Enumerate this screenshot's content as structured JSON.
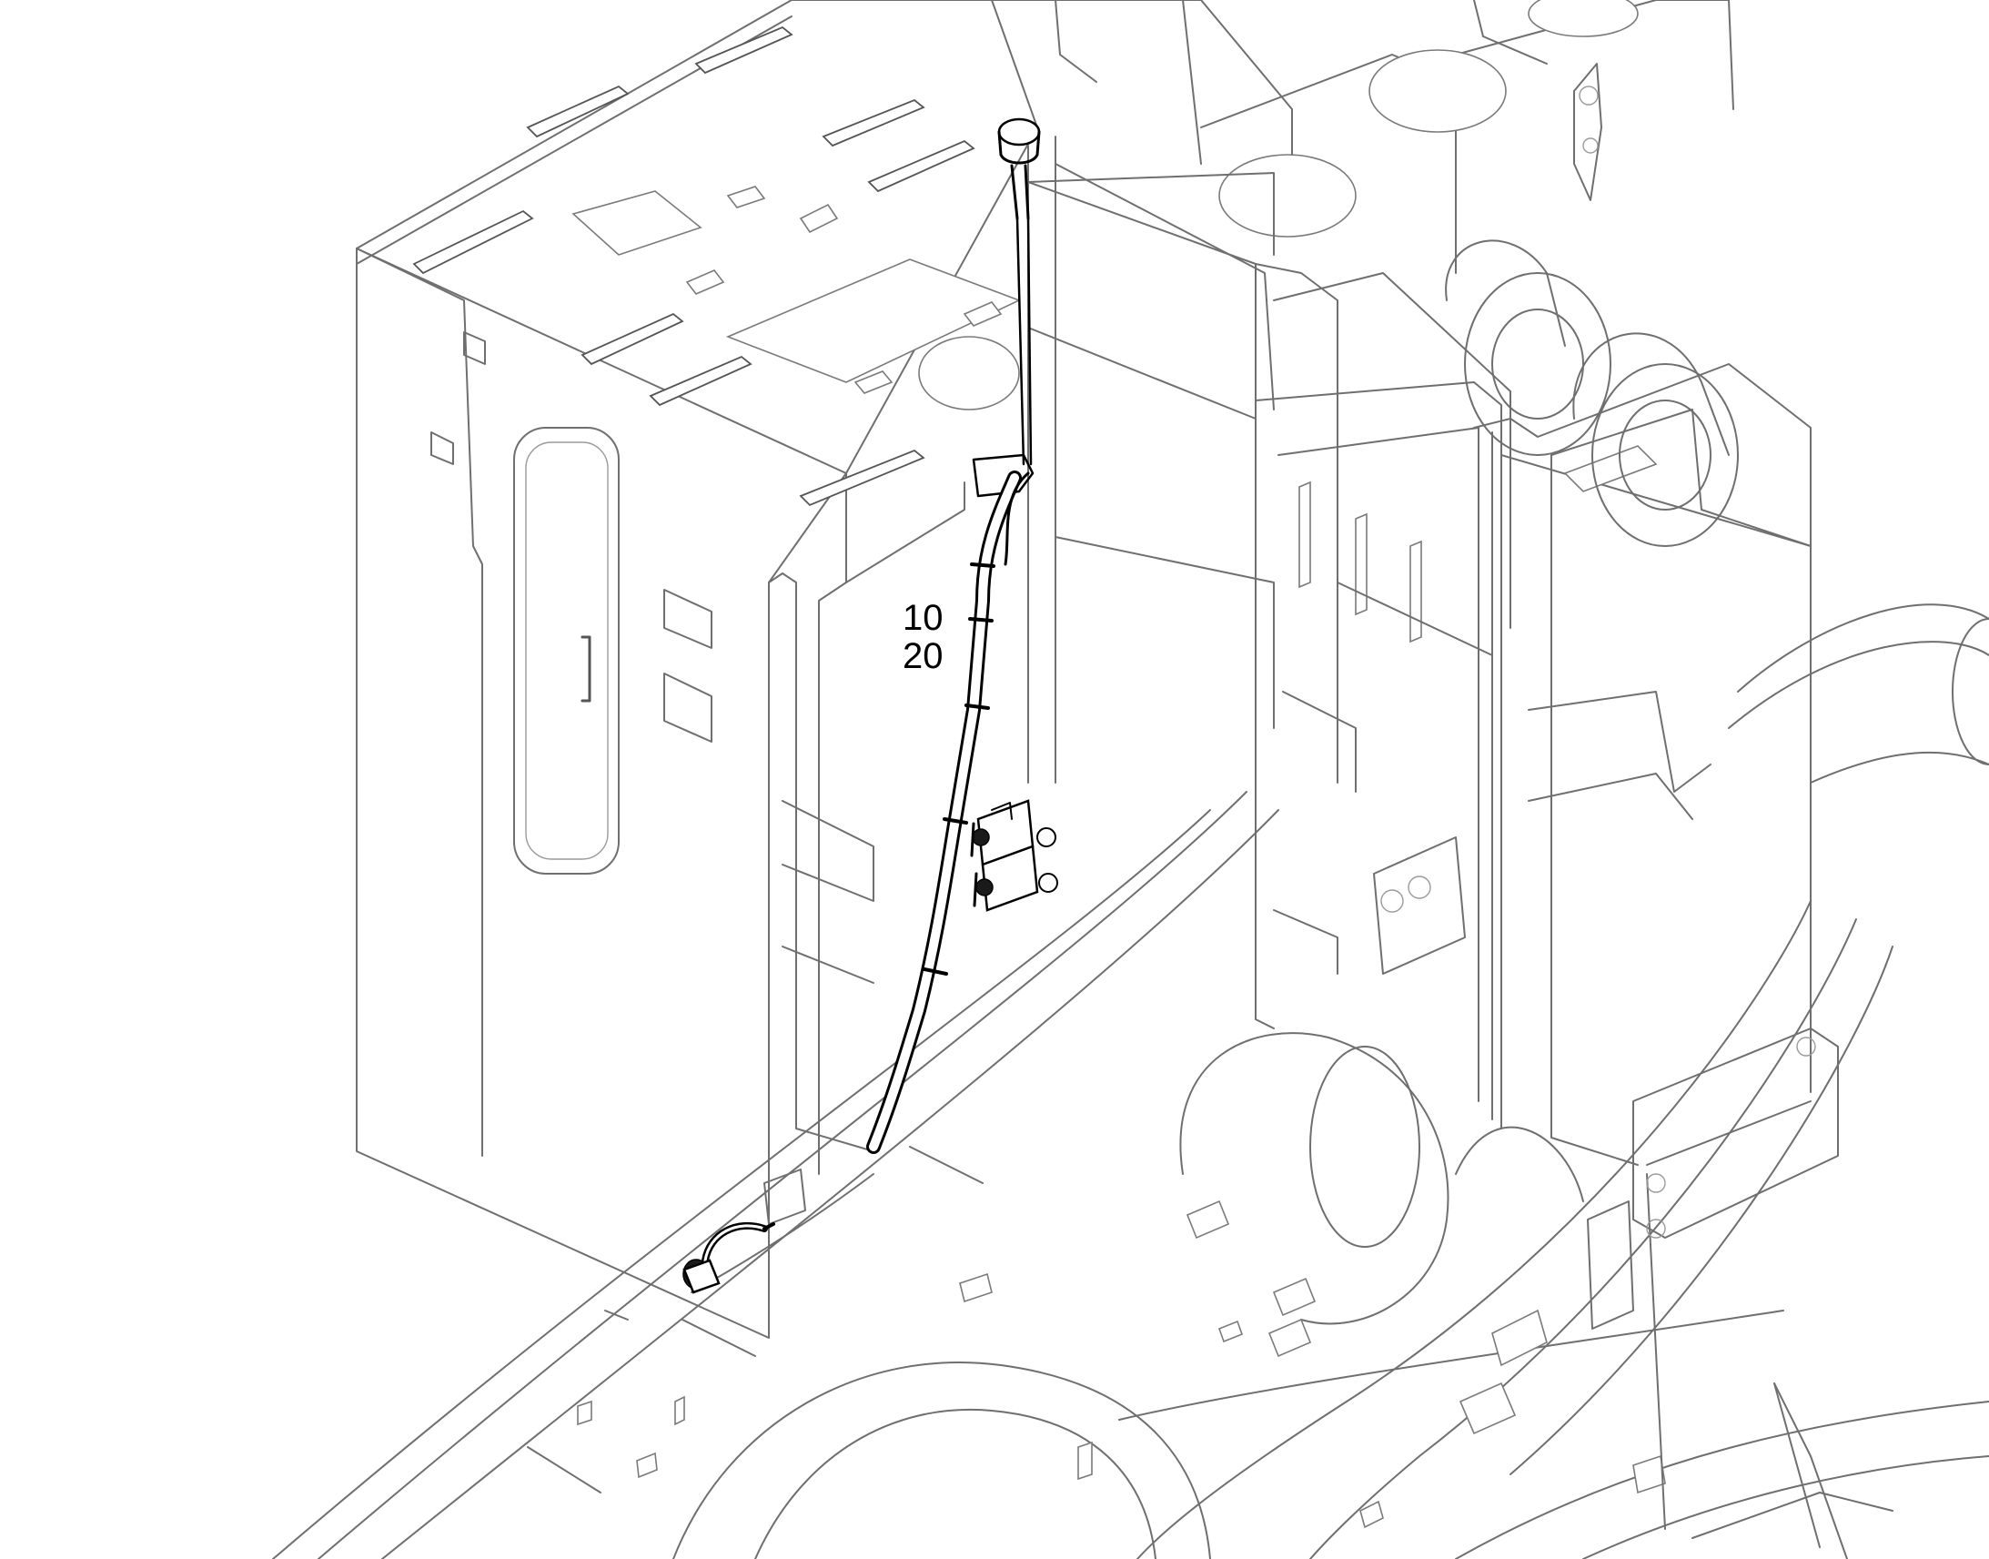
{
  "callouts": [
    {
      "id": "callout-10",
      "text": "10"
    },
    {
      "id": "callout-20",
      "text": "20"
    }
  ],
  "colors": {
    "background": "#ffffff",
    "outline": "#6f6f6f",
    "highlight": "#000000"
  }
}
